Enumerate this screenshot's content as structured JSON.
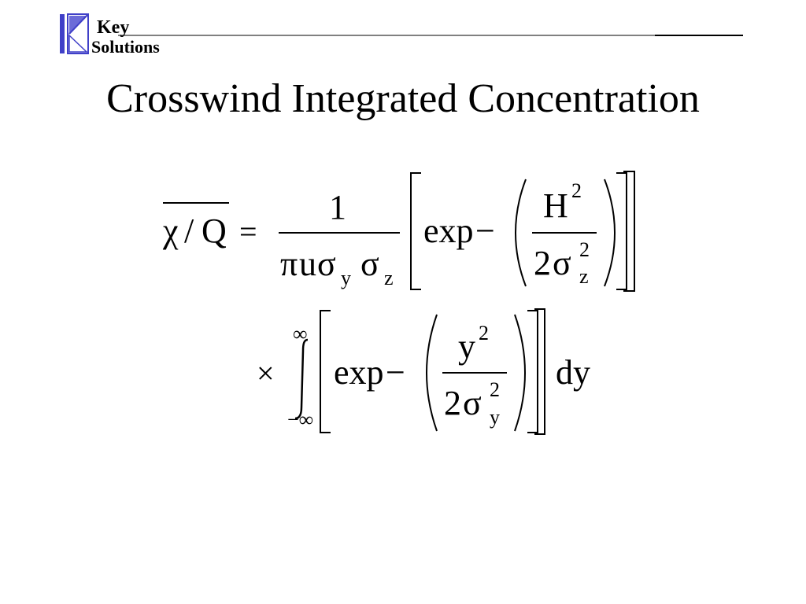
{
  "logo": {
    "line1": "Key",
    "line2": "Solutions",
    "colors": {
      "primary": "#4040c8",
      "accent": "#6b6bd8"
    }
  },
  "slide": {
    "title": "Crosswind Integrated Concentration"
  },
  "equation": {
    "lhs_chi": "χ",
    "lhs_slash": "/",
    "lhs_Q": "Q",
    "equals": "=",
    "numerator_one": "1",
    "denom_pi": "π",
    "denom_u": "u",
    "denom_sigma1": "σ",
    "denom_sub_y": "y",
    "denom_sigma2": "σ",
    "denom_sub_z": "z",
    "exp1": "exp",
    "minus1": "−",
    "frac1_num_H": "H",
    "frac1_num_sup": "2",
    "frac1_den_2": "2",
    "frac1_den_sigma": "σ",
    "frac1_den_sup": "2",
    "frac1_den_sub": "z",
    "times": "×",
    "int_upper": "∞",
    "int_lower": "−∞",
    "exp2": "exp",
    "minus2": "−",
    "frac2_num_y": "y",
    "frac2_num_sup": "2",
    "frac2_den_2": "2",
    "frac2_den_sigma": "σ",
    "frac2_den_sup": "2",
    "frac2_den_sub": "y",
    "dy": "dy"
  }
}
